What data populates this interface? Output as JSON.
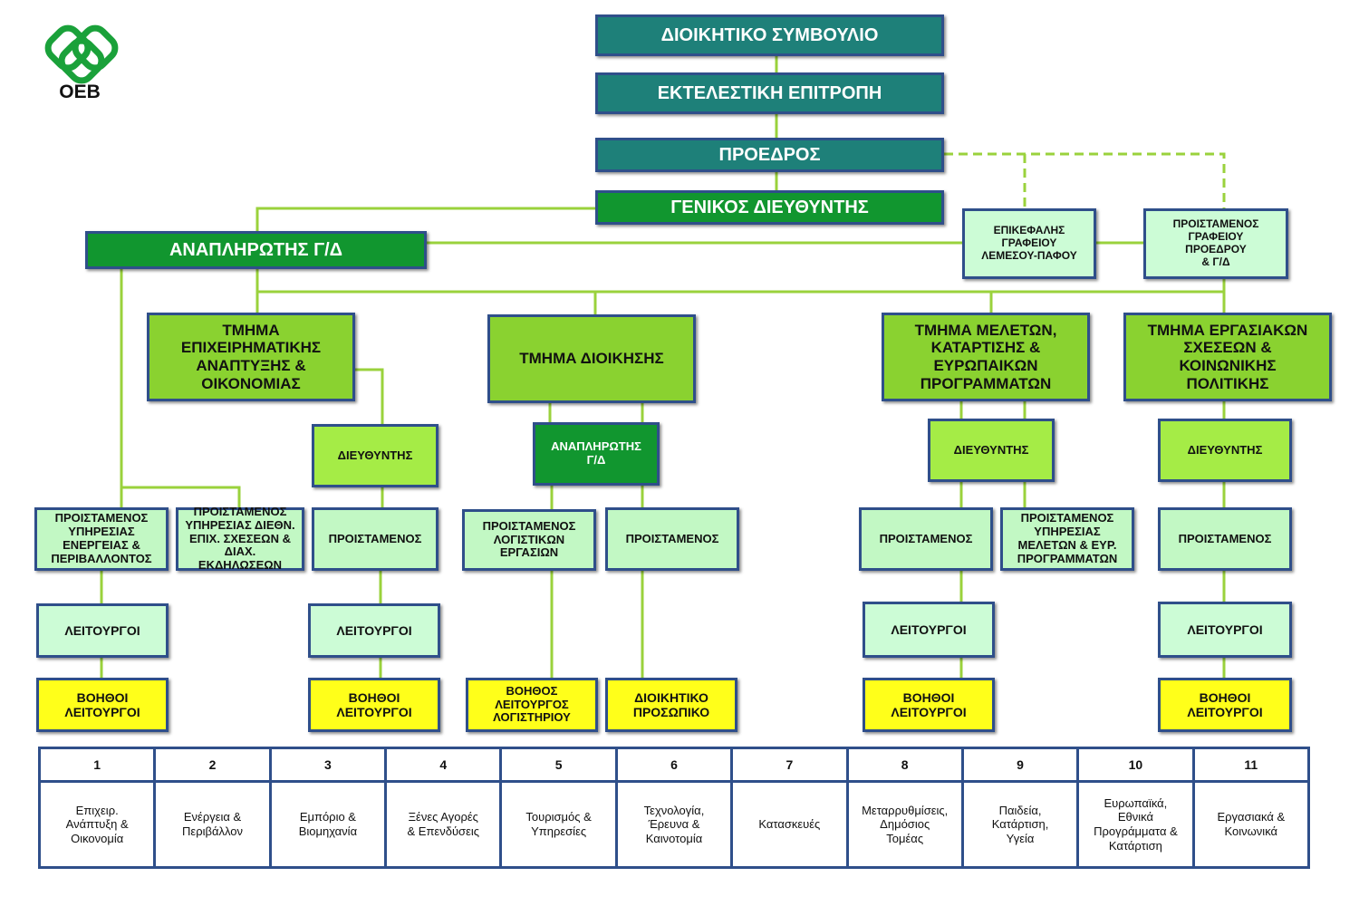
{
  "logo": {
    "text": "OEB",
    "icon": "interlocked-rings-logo",
    "color": "#1aa13a"
  },
  "colors": {
    "teal": "#1e8079",
    "dark_green": "#11962f",
    "department_green": "#8ad230",
    "lime": "#a5ec46",
    "mint": "#c2f8c4",
    "pale": "#ccfcd6",
    "yellow": "#ffff1a",
    "connector": "#9ad23c",
    "border": "#2f4f8a"
  },
  "top": {
    "board": "ΔΙΟΙΚΗΤΙΚΟ ΣΥΜΒΟΥΛΙΟ",
    "executive": "ΕΚΤΕΛΕΣΤΙΚΗ ΕΠΙΤΡΟΠΗ",
    "president": "ΠΡΟΕΔΡΟΣ",
    "general_director": "ΓΕΝΙΚΟΣ ΔΙΕΥΘΥΝΤΗΣ",
    "deputy_gd": "ΑΝΑΠΛΗΡΩΤΗΣ Γ/Δ",
    "limassol_office": "ΕΠΙΚΕΦΑΛΗΣ\nΓΡΑΦΕΙΟΥ\nΛΕΜΕΣΟΥ-ΠΑΦΟΥ",
    "president_office": "ΠΡΟΙΣΤΑΜΕΝΟΣ\nΓΡΑΦΕΙΟΥ\nΠΡΟΕΔΡΟΥ\n& Γ/Δ"
  },
  "departments": {
    "business": "ΤΜΗΜΑ\nΕΠΙΧΕΙΡΗΜΑΤΙΚΗΣ\nΑΝΑΠΤΥΞΗΣ &\nΟΙΚΟΝΟΜΙΑΣ",
    "administration": "ΤΜΗΜΑ ΔΙΟΙΚΗΣΗΣ",
    "studies": "ΤΜΗΜΑ ΜΕΛΕΤΩΝ,\nΚΑΤΑΡΤΙΣΗΣ &\nΕΥΡΩΠΑΙΚΩΝ\nΠΡΟΓΡΑΜΜΑΤΩΝ",
    "labour": "ΤΜΗΜΑ ΕΡΓΑΣΙΑΚΩΝ\nΣΧΕΣΕΩΝ &\nΚΟΙΝΩΝΙΚΗΣ\nΠΟΛΙΤΙΚΗΣ"
  },
  "staff": {
    "director": "ΔΙΕΥΘΥΝΤΗΣ",
    "admin_deputy": "ΑΝΑΠΛΗΡΩΤΗΣ\nΓ/Δ",
    "energy_head": "ΠΡΟΙΣΤΑΜΕΝΟΣ\nΥΠΗΡΕΣΙΑΣ\nΕΝΕΡΓΕΙΑΣ &\nΠΕΡΙΒΑΛΛΟΝΤΟΣ",
    "intl_head": "ΠΡΟΙΣΤΑΜΕΝΟΣ\nΥΠΗΡΕΣΙΑΣ ΔΙΕΘΝ.\nΕΠΙΧ. ΣΧΕΣΕΩΝ &\nΔΙΑΧ. ΕΚΔΗΛΩΣΕΩΝ",
    "head": "ΠΡΟΙΣΤΑΜΕΝΟΣ",
    "accounting_head": "ΠΡΟΙΣΤΑΜΕΝΟΣ\nΛΟΓΙΣΤΙΚΩΝ\nΕΡΓΑΣΙΩΝ",
    "studies_head": "ΠΡΟΙΣΤΑΜΕΝΟΣ\nΥΠΗΡΕΣΙΑΣ\nΜΕΛΕΤΩΝ & ΕΥΡ.\nΠΡΟΓΡΑΜΜΑΤΩΝ",
    "officers": "ΛΕΙΤΟΥΡΓΟΙ",
    "assistant_officers": "ΒΟΗΘΟΙ\nΛΕΙΤΟΥΡΓΟΙ",
    "accounting_assistant": "ΒΟΗΘΟΣ\nΛΕΙΤΟΥΡΓΟΣ\nΛΟΓΙΣΤΗΡΙΟΥ",
    "admin_staff": "ΔΙΟΙΚΗΤΙΚΟ\nΠΡΟΣΩΠΙΚΟ"
  },
  "sectors": [
    {
      "num": "1",
      "name": "Επιχειρ.\nΑνάπτυξη &\nΟικονομία"
    },
    {
      "num": "2",
      "name": "Ενέργεια &\nΠεριβάλλον"
    },
    {
      "num": "3",
      "name": "Εμπόριο &\nΒιομηχανία"
    },
    {
      "num": "4",
      "name": "Ξένες Αγορές\n& Επενδύσεις"
    },
    {
      "num": "5",
      "name": "Τουρισμός &\nΥπηρεσίες"
    },
    {
      "num": "6",
      "name": "Τεχνολογία,\nΈρευνα &\nΚαινοτομία"
    },
    {
      "num": "7",
      "name": "Κατασκευές"
    },
    {
      "num": "8",
      "name": "Μεταρρυθμίσεις,\nΔημόσιος\nΤομέας"
    },
    {
      "num": "9",
      "name": "Παιδεία,\nΚατάρτιση,\nΥγεία"
    },
    {
      "num": "10",
      "name": "Ευρωπαϊκά,\nΕθνικά\nΠρογράμματα &\nΚατάρτιση"
    },
    {
      "num": "11",
      "name": "Εργασιακά &\nΚοινωνικά"
    }
  ]
}
